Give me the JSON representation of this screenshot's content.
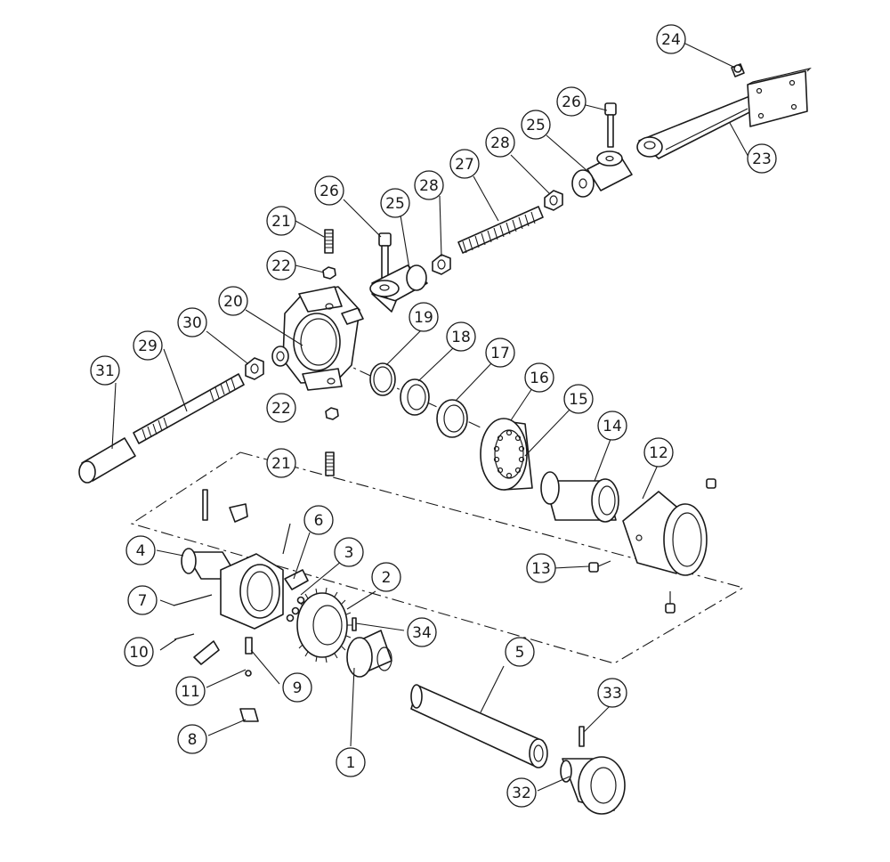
{
  "diagram": {
    "callouts": [
      {
        "label": "1"
      },
      {
        "label": "2"
      },
      {
        "label": "3"
      },
      {
        "label": "4"
      },
      {
        "label": "5"
      },
      {
        "label": "6"
      },
      {
        "label": "7"
      },
      {
        "label": "8"
      },
      {
        "label": "9"
      },
      {
        "label": "10"
      },
      {
        "label": "11"
      },
      {
        "label": "12"
      },
      {
        "label": "13"
      },
      {
        "label": "14"
      },
      {
        "label": "15"
      },
      {
        "label": "16"
      },
      {
        "label": "17"
      },
      {
        "label": "18"
      },
      {
        "label": "19"
      },
      {
        "label": "20"
      },
      {
        "label": "21"
      },
      {
        "label": "21"
      },
      {
        "label": "22"
      },
      {
        "label": "22"
      },
      {
        "label": "23"
      },
      {
        "label": "24"
      },
      {
        "label": "25"
      },
      {
        "label": "25"
      },
      {
        "label": "26"
      },
      {
        "label": "26"
      },
      {
        "label": "27"
      },
      {
        "label": "28"
      },
      {
        "label": "28"
      },
      {
        "label": "29"
      },
      {
        "label": "30"
      },
      {
        "label": "31"
      },
      {
        "label": "32"
      },
      {
        "label": "33"
      },
      {
        "label": "34"
      }
    ]
  }
}
